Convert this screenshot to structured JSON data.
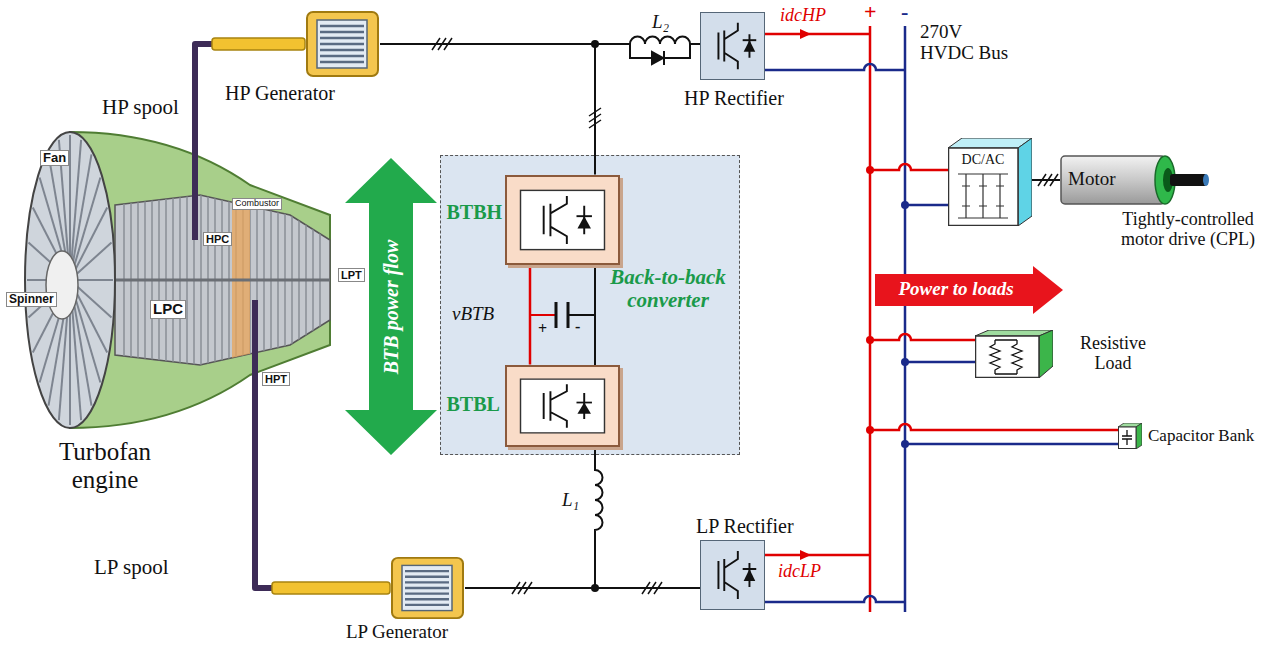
{
  "diagram": {
    "nodes": [
      {
        "text": [
          "HP Generator"
        ]
      },
      {
        "text": [
          "HP Rectifier"
        ]
      },
      {
        "text": [
          "BTB power flow"
        ]
      },
      {
        "text": [
          "Back-to-back converter"
        ]
      },
      {
        "text": [
          "BTBH"
        ],
        "in": 3
      },
      {
        "text": [
          "BTBL"
        ],
        "in": 3
      },
      {
        "text": [
          "DC/AC"
        ]
      },
      {
        "text": [
          "Motor",
          "Tightly-controlled motor drive (CPL)"
        ]
      },
      {
        "text": [
          "Power to loads"
        ]
      },
      {
        "text": [
          "Resistive Load"
        ]
      },
      {
        "text": [
          "Capacitor Bank"
        ]
      },
      {
        "text": [
          "Turbofan engine"
        ]
      },
      {
        "text": [
          "LP Rectifier"
        ]
      },
      {
        "text": [
          "LP Generator"
        ]
      }
    ],
    "edges": [
      {
        "from": 11,
        "to": 0,
        "arrow": "none",
        "label": "HP spool"
      },
      {
        "from": 0,
        "to": 1,
        "arrow": "none",
        "label": "L₂"
      },
      {
        "from": 0,
        "to": 4,
        "arrow": "none"
      },
      {
        "from": 4,
        "to": 5,
        "arrow": "none"
      },
      {
        "from": 5,
        "to": 13,
        "arrow": "none",
        "label": "L₁"
      },
      {
        "from": 13,
        "to": 12,
        "arrow": "none"
      },
      {
        "from": 6,
        "to": 7,
        "arrow": "none"
      },
      {
        "from": 11,
        "to": 13,
        "arrow": "none",
        "label": "LP spool"
      }
    ],
    "labels": [
      "idcHP",
      "+",
      "-",
      "270V HVDC Bus",
      "vBTB",
      "+",
      "-",
      "idcLP",
      "Fan",
      "Spinner",
      "LPC",
      "HPC",
      "Combustor",
      "HPT",
      "LPT"
    ]
  }
}
